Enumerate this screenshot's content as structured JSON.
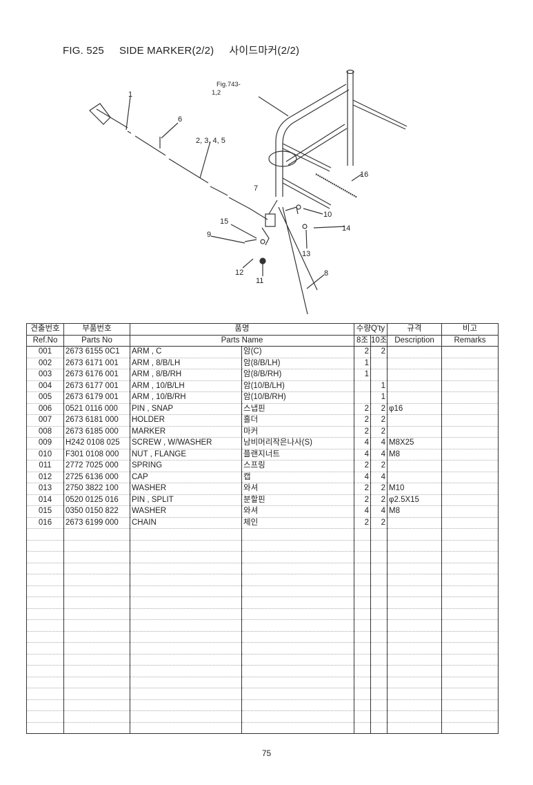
{
  "header": {
    "fig": "FIG. 525",
    "title_en": "SIDE MARKER(2/2)",
    "title_kr": "사이드마커(2/2)"
  },
  "diagram": {
    "callouts": [
      "1",
      "6",
      "2, 3, 4, 5",
      "Fig.743-",
      "1,2",
      "7",
      "16",
      "10",
      "15",
      "14",
      "9",
      "13",
      "12",
      "11",
      "8"
    ]
  },
  "table": {
    "header_kr": {
      "ref": "견출번호",
      "parts_no": "부품번호",
      "name": "품명",
      "qty": "수량Q'ty",
      "desc": "규격",
      "remarks": "비고"
    },
    "header_en": {
      "ref": "Ref.No",
      "parts_no": "Parts No",
      "name": "Parts Name",
      "qty8": "8조",
      "qty10": "10조",
      "desc": "Description",
      "remarks": "Remarks"
    },
    "rows": [
      {
        "ref": "001",
        "no": "2673 6155 0C1",
        "en": "ARM , C",
        "kr": "암(C)",
        "q8": "2",
        "q10": "2",
        "desc": "",
        "rem": ""
      },
      {
        "ref": "002",
        "no": "2673 6171 001",
        "en": "ARM , 8/B/LH",
        "kr": "암(8/B/LH)",
        "q8": "1",
        "q10": "",
        "desc": "",
        "rem": ""
      },
      {
        "ref": "003",
        "no": "2673 6176 001",
        "en": "ARM , 8/B/RH",
        "kr": "암(8/B/RH)",
        "q8": "1",
        "q10": "",
        "desc": "",
        "rem": ""
      },
      {
        "ref": "004",
        "no": "2673 6177 001",
        "en": "ARM , 10/B/LH",
        "kr": "암(10/B/LH)",
        "q8": "",
        "q10": "1",
        "desc": "",
        "rem": ""
      },
      {
        "ref": "005",
        "no": "2673 6179 001",
        "en": "ARM , 10/B/RH",
        "kr": "암(10/B/RH)",
        "q8": "",
        "q10": "1",
        "desc": "",
        "rem": ""
      },
      {
        "ref": "006",
        "no": "0521 0116 000",
        "en": "PIN , SNAP",
        "kr": "스냅핀",
        "q8": "2",
        "q10": "2",
        "desc": "φ16",
        "rem": ""
      },
      {
        "ref": "007",
        "no": "2673 6181 000",
        "en": "HOLDER",
        "kr": "홀더",
        "q8": "2",
        "q10": "2",
        "desc": "",
        "rem": ""
      },
      {
        "ref": "008",
        "no": "2673 6185 000",
        "en": "MARKER",
        "kr": "마커",
        "q8": "2",
        "q10": "2",
        "desc": "",
        "rem": ""
      },
      {
        "ref": "009",
        "no": "H242 0108 025",
        "en": "SCREW , W/WASHER",
        "kr": "남비머리작은나사(S)",
        "q8": "4",
        "q10": "4",
        "desc": "M8X25",
        "rem": ""
      },
      {
        "ref": "010",
        "no": "F301 0108 000",
        "en": "NUT , FLANGE",
        "kr": "플랜지너트",
        "q8": "4",
        "q10": "4",
        "desc": "M8",
        "rem": ""
      },
      {
        "ref": "011",
        "no": "2772 7025 000",
        "en": "SPRING",
        "kr": "스프링",
        "q8": "2",
        "q10": "2",
        "desc": "",
        "rem": ""
      },
      {
        "ref": "012",
        "no": "2725 6136 000",
        "en": "CAP",
        "kr": "캡",
        "q8": "4",
        "q10": "4",
        "desc": "",
        "rem": ""
      },
      {
        "ref": "013",
        "no": "2750 3822 100",
        "en": "WASHER",
        "kr": "와셔",
        "q8": "2",
        "q10": "2",
        "desc": "M10",
        "rem": ""
      },
      {
        "ref": "014",
        "no": "0520 0125 016",
        "en": "PIN , SPLIT",
        "kr": "분할핀",
        "q8": "2",
        "q10": "2",
        "desc": "φ2.5X15",
        "rem": ""
      },
      {
        "ref": "015",
        "no": "0350 0150 822",
        "en": "WASHER",
        "kr": "와셔",
        "q8": "4",
        "q10": "4",
        "desc": "M8",
        "rem": ""
      },
      {
        "ref": "016",
        "no": "2673 6199 000",
        "en": "CHAIN",
        "kr": "체인",
        "q8": "2",
        "q10": "2",
        "desc": "",
        "rem": ""
      }
    ]
  },
  "page_number": "75"
}
